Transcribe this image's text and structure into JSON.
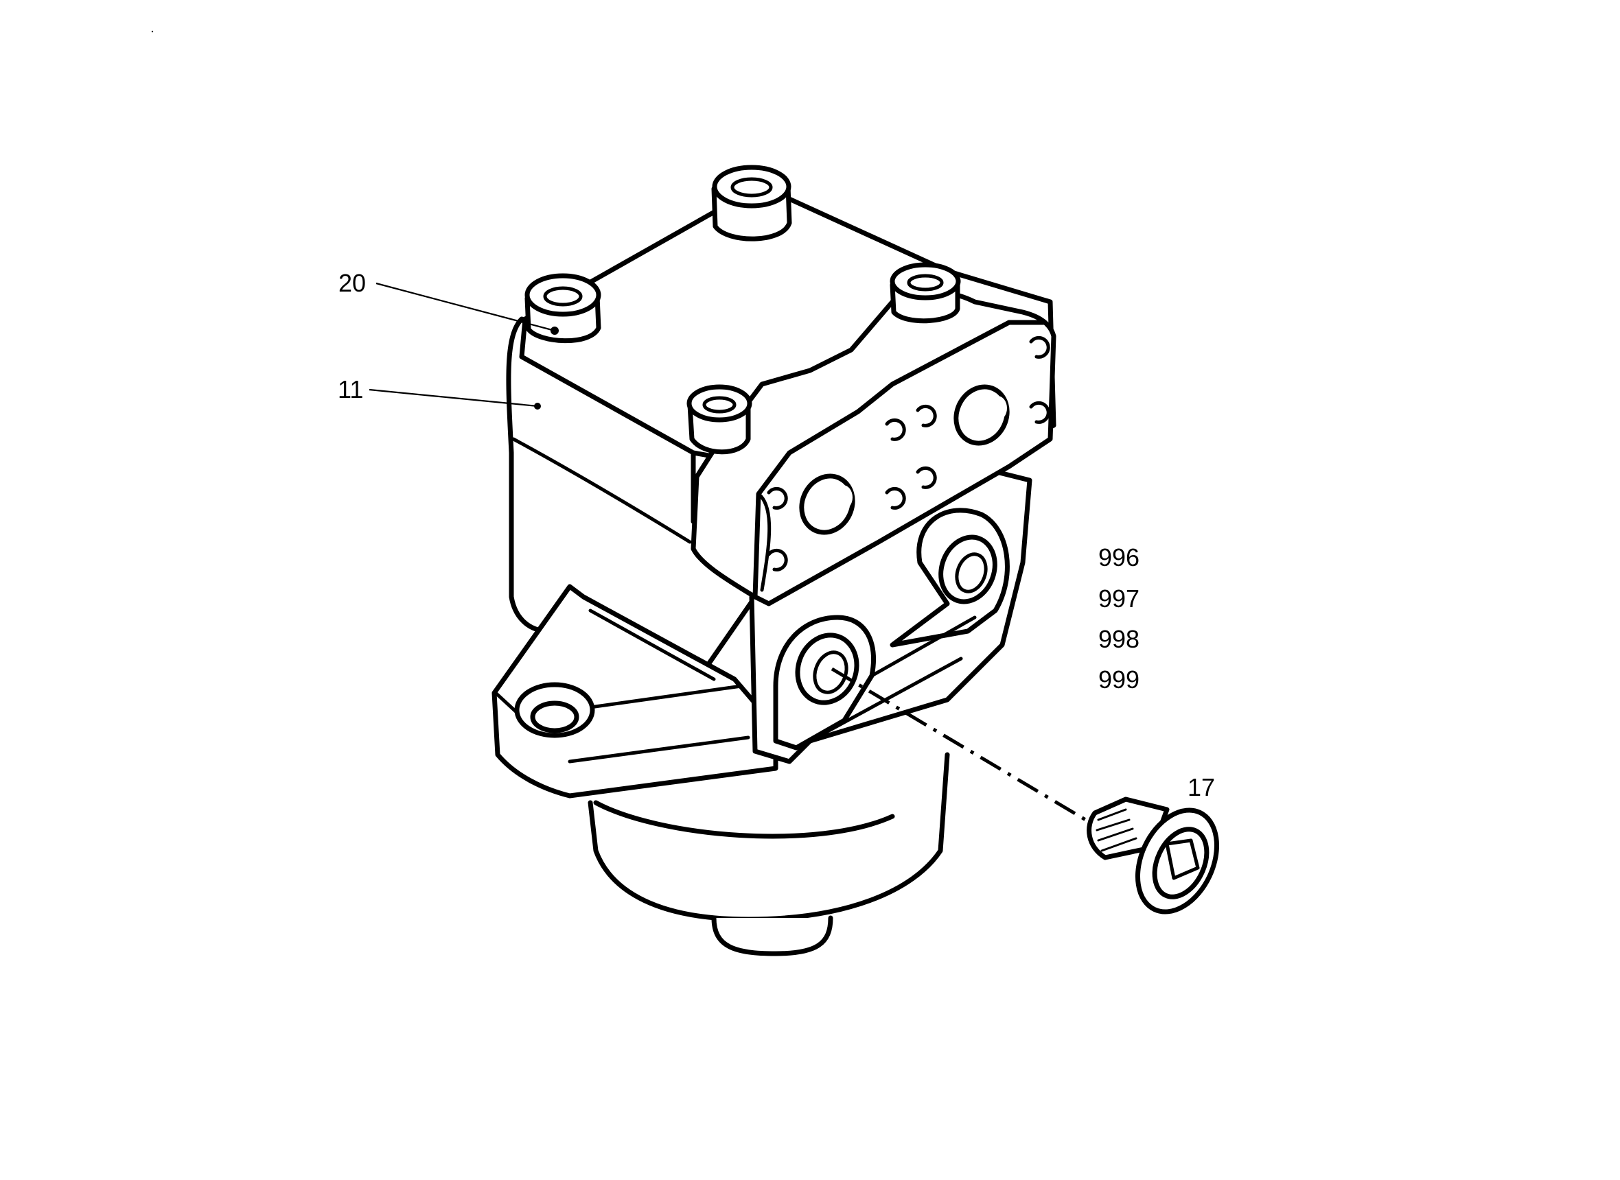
{
  "callouts": {
    "c20": "20",
    "c11": "11",
    "c996": "996",
    "c997": "997",
    "c998": "998",
    "c999": "999",
    "c17": "17"
  },
  "colors": {
    "ink": "#000000",
    "paper": "#ffffff"
  }
}
